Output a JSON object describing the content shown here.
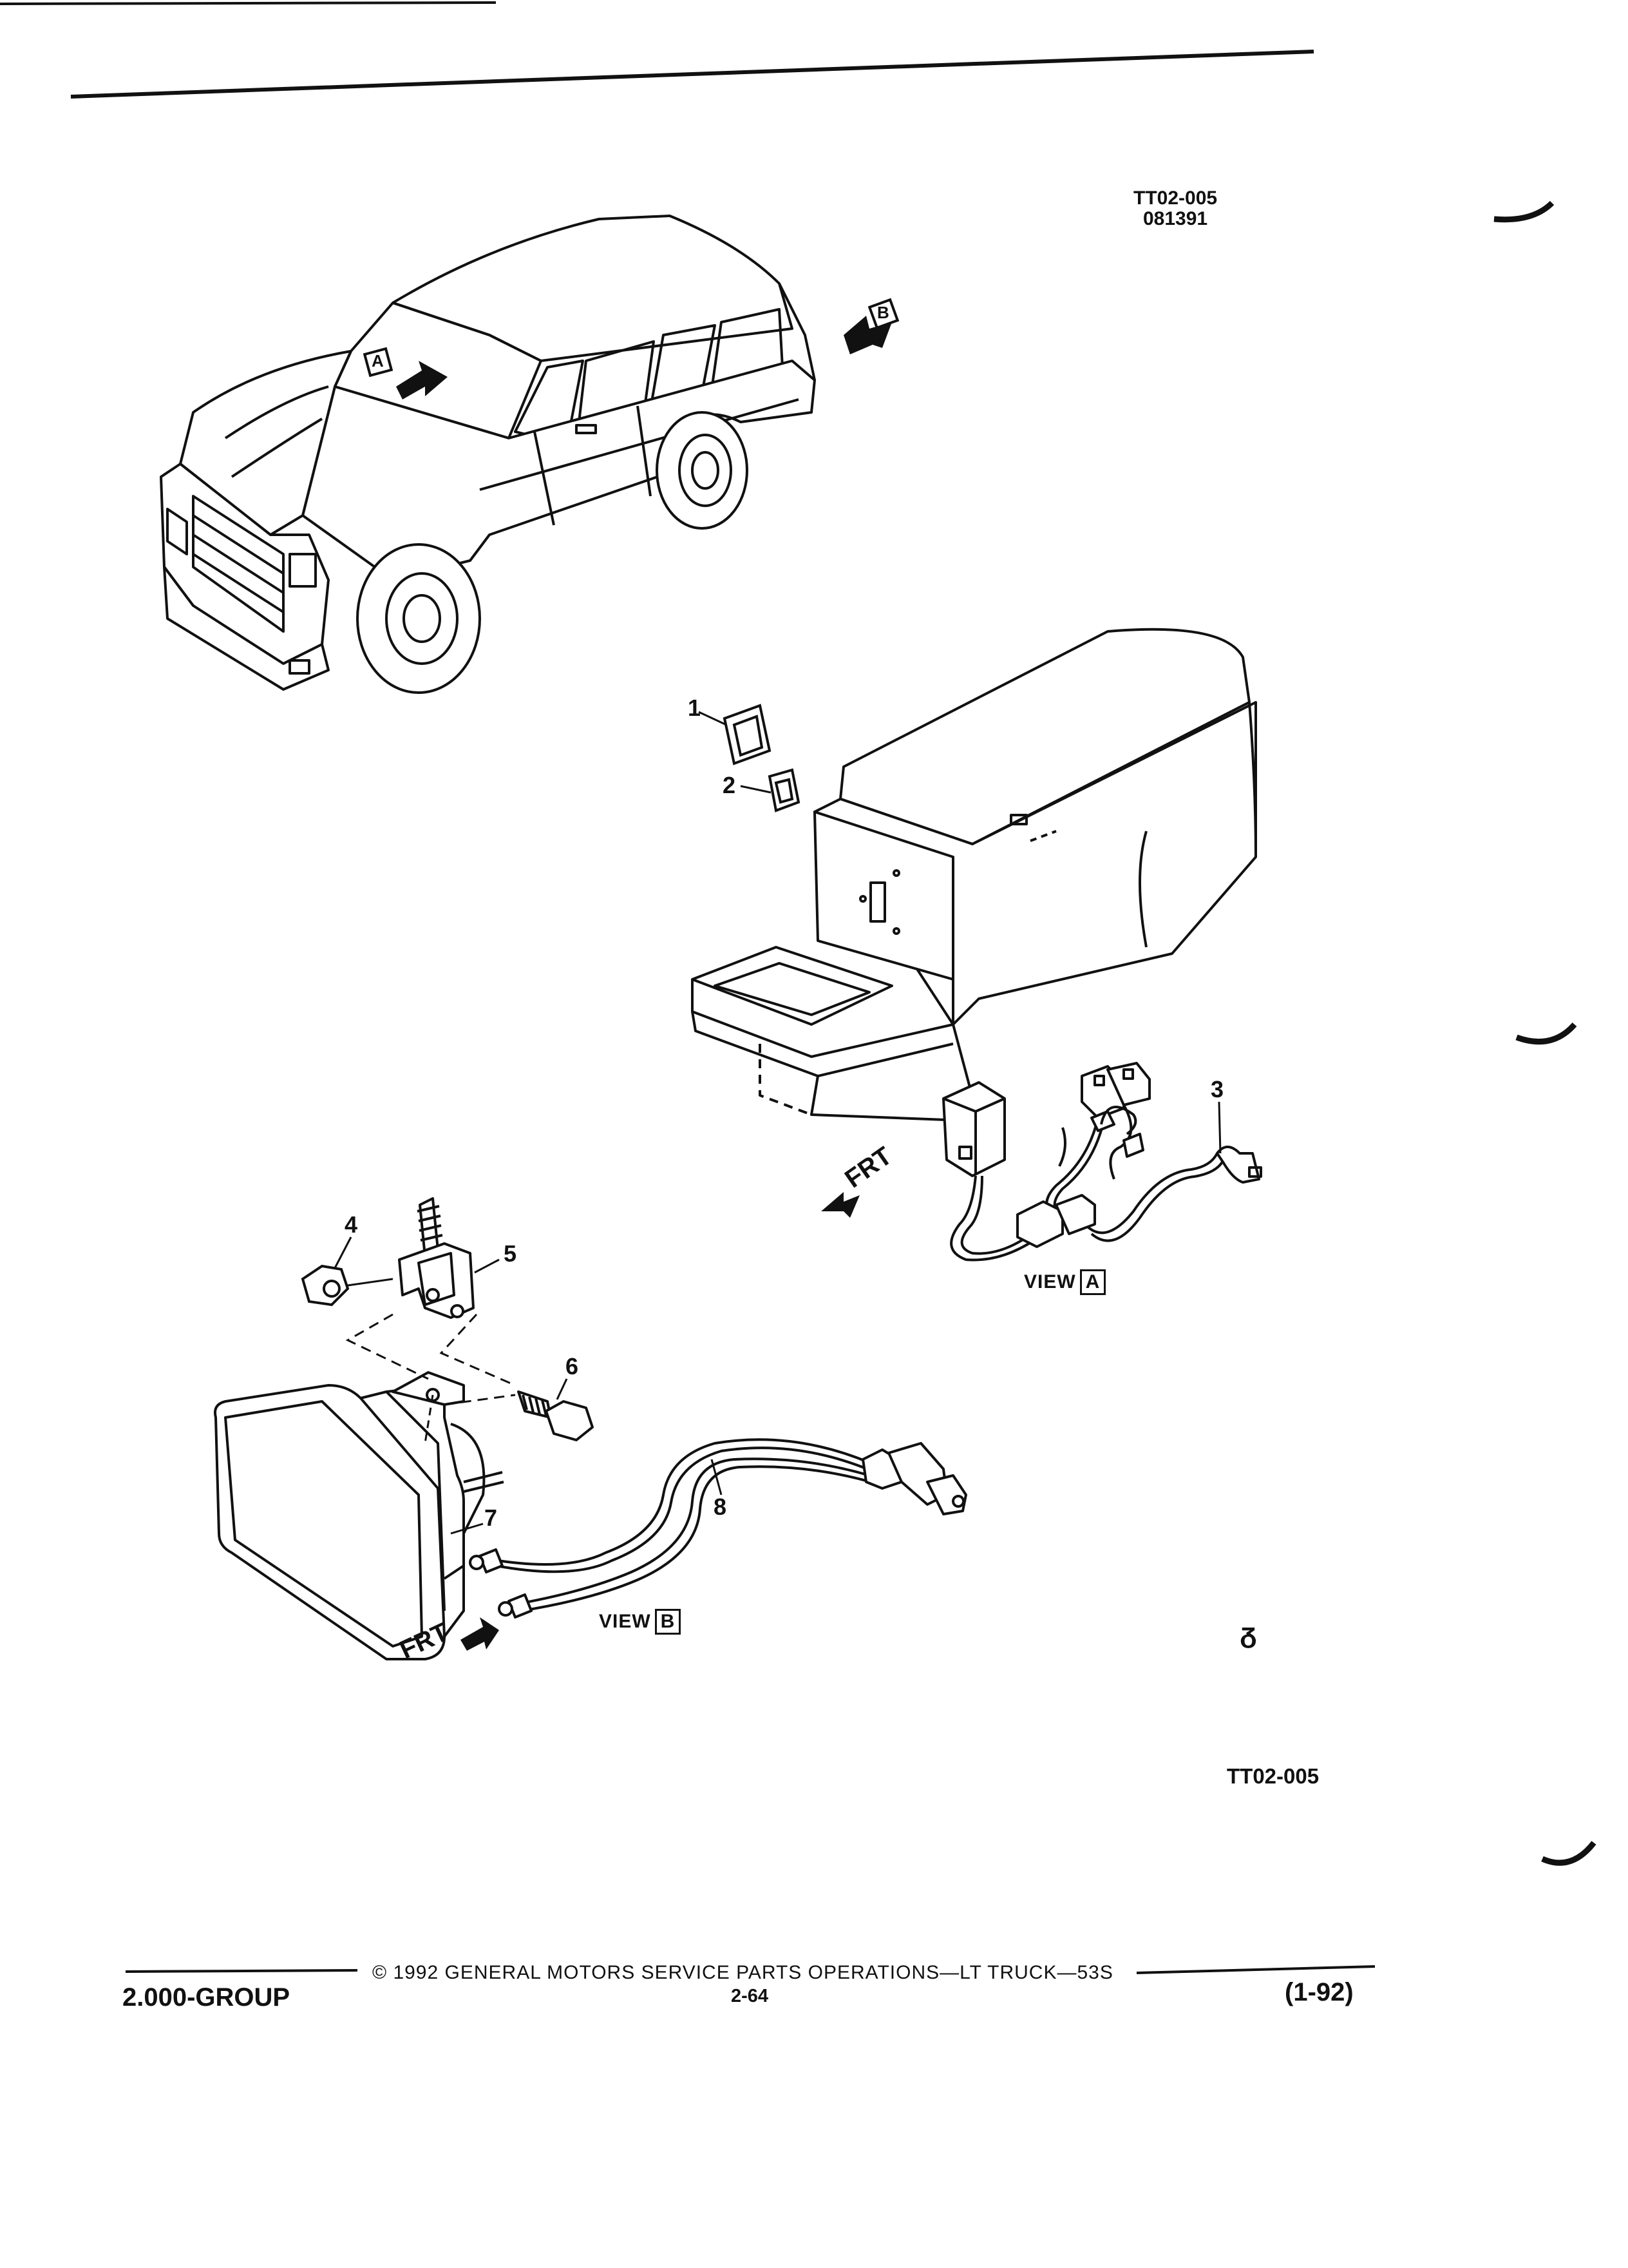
{
  "header": {
    "illustration_id": "TT02-005",
    "date_code": "081391"
  },
  "illustration": {
    "arrow_a_label": "A",
    "arrow_b_label": "B",
    "callouts": [
      "1",
      "2",
      "3",
      "4",
      "5",
      "6",
      "7",
      "8"
    ],
    "view_a": {
      "word": "VIEW",
      "letter": "A"
    },
    "view_b": {
      "word": "VIEW",
      "letter": "B"
    },
    "frt_label": "FRT",
    "mark": "ᵹ",
    "footer_code": "TT02-005"
  },
  "footer": {
    "copyright": "© 1992 GENERAL MOTORS SERVICE PARTS OPERATIONS—LT TRUCK—53S",
    "page": "2-64",
    "group": "2.000-GROUP",
    "revision": "(1-92)"
  }
}
